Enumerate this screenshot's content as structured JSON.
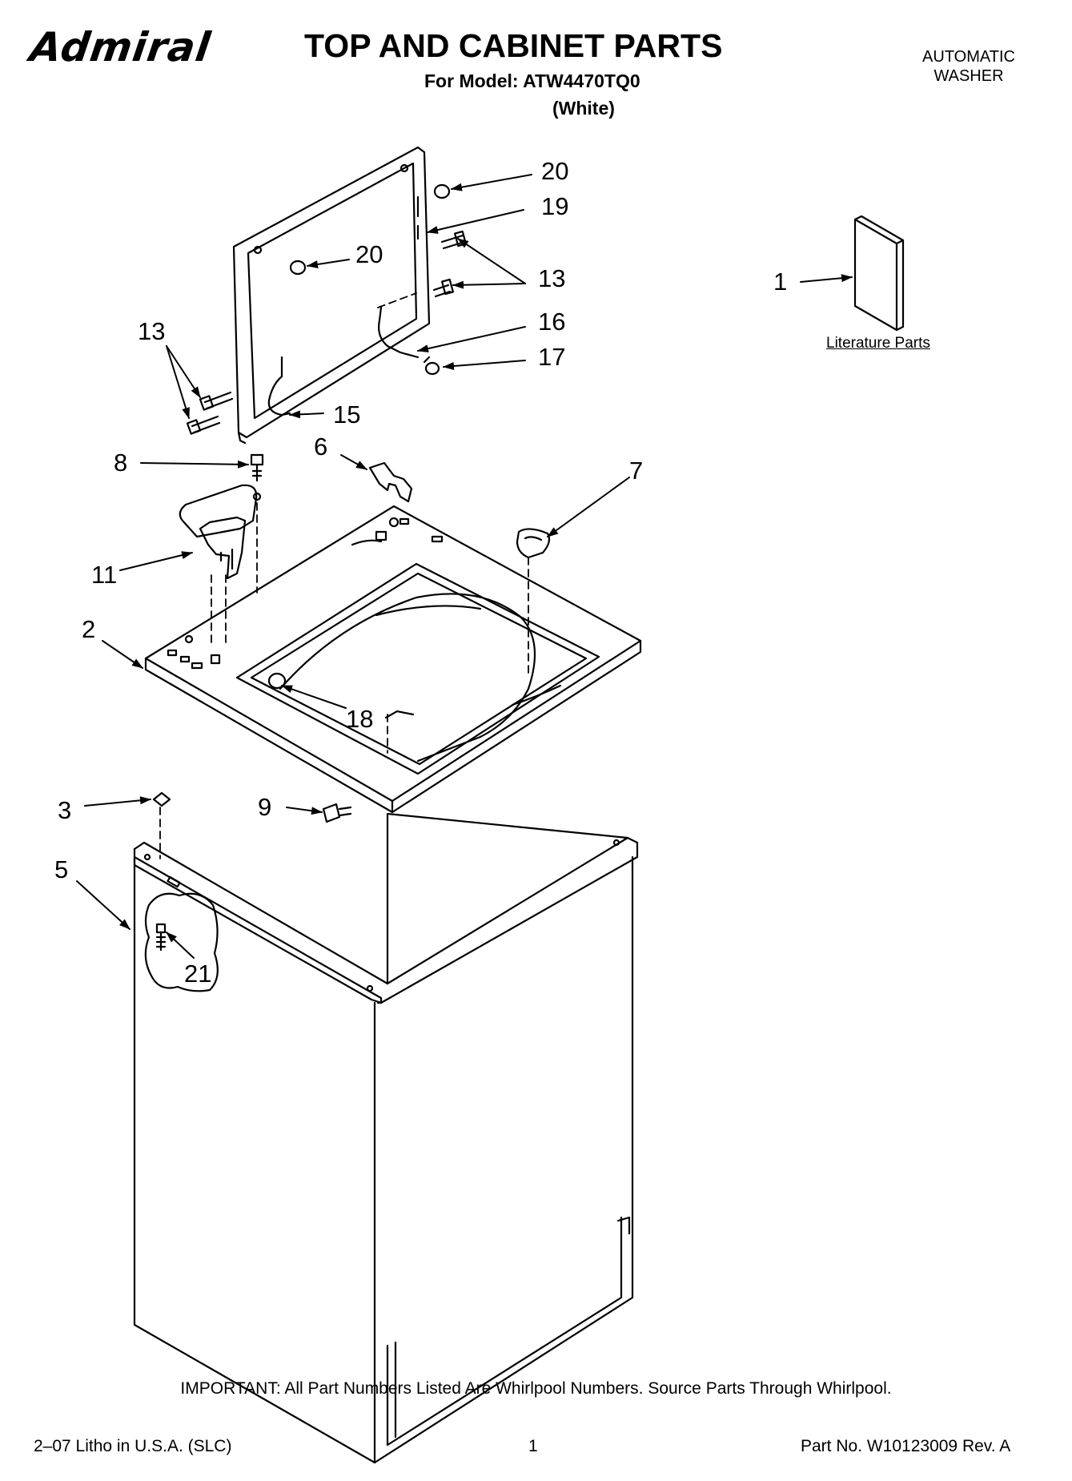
{
  "header": {
    "brand": "Admiral",
    "title": "TOP AND CABINET PARTS",
    "model_line": "For Model: ATW4470TQ0",
    "variant": "(White)",
    "product_type_line1": "AUTOMATIC",
    "product_type_line2": "WASHER"
  },
  "literature_label": "Literature Parts",
  "callouts": [
    "20",
    "19",
    "20",
    "13",
    "13",
    "16",
    "17",
    "15",
    "1",
    "8",
    "6",
    "7",
    "11",
    "2",
    "18",
    "3",
    "9",
    "5",
    "21"
  ],
  "footer": {
    "important": "IMPORTANT: All Part Numbers Listed Are Whirlpool Numbers. Source Parts Through Whirlpool.",
    "litho": "2–07 Litho in U.S.A. (SLC)",
    "page": "1",
    "part_no": "Part No. W10123009 Rev. A"
  }
}
